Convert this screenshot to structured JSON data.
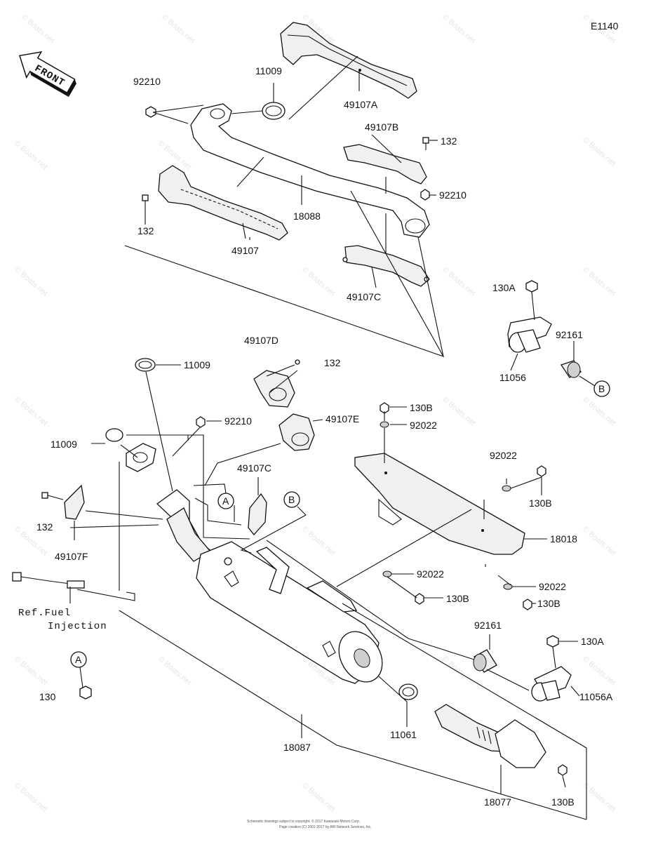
{
  "diagram_id": "E1140",
  "front_label": "FRONT",
  "watermark_text": "© Boats.net",
  "ref_note": [
    "Ref.Fuel",
    "Injection"
  ],
  "callouts": {
    "A": "A",
    "B": "B"
  },
  "labels": {
    "p92210_top": "92210",
    "p11009_top": "11009",
    "p49107A": "49107A",
    "p49107B": "49107B",
    "p132_right_top": "132",
    "p92210_right": "92210",
    "p18088": "18088",
    "p132_left_top": "132",
    "p49107": "49107",
    "p49107C_top": "49107C",
    "p130A_top": "130A",
    "p92161_top": "92161",
    "p11056": "11056",
    "p11009_mid": "11009",
    "p49107D": "49107D",
    "p132_mid": "132",
    "p130B_a": "130B",
    "p92022_a": "92022",
    "p92210_mid": "92210",
    "p49107E": "49107E",
    "p11009_left": "11009",
    "p49107C_mid": "49107C",
    "p92022_b": "92022",
    "p130B_b": "130B",
    "p18018": "18018",
    "p132_left": "132",
    "p49107F": "49107F",
    "p92022_c": "92022",
    "p130B_c": "130B",
    "p92022_d": "92022",
    "p130B_d": "130B",
    "p92161_bottom": "92161",
    "p130A_bottom": "130A",
    "p11056A": "11056A",
    "p130": "130",
    "p11061": "11061",
    "p18087": "18087",
    "p18077": "18077",
    "p130B_e": "130B"
  },
  "footer_lines": [
    "Schematic drawings subject to copyright. © 2017 Kawasaki Motors Corp.",
    "Page creation (C) 2001-2017 by ARI Network Services, Inc."
  ]
}
